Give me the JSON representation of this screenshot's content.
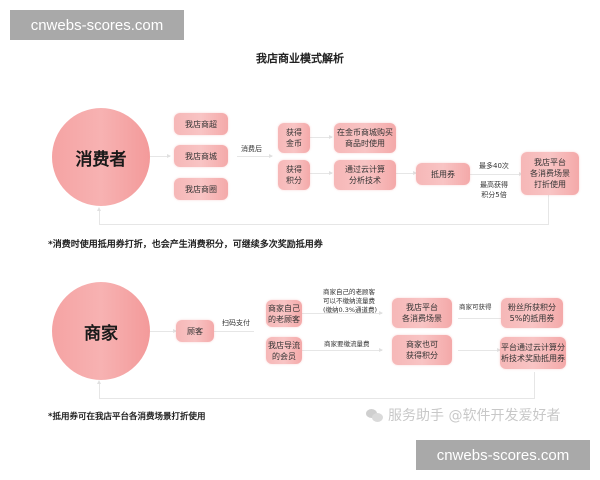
{
  "watermarks": {
    "top": "cnwebs-scores.com",
    "bottom": "cnwebs-scores.com"
  },
  "title": "我店商业模式解析",
  "consumer_section": {
    "actor": "消费者",
    "channels": [
      "我店商超",
      "我店商城",
      "我店商圈"
    ],
    "after_consume_label": "消费后",
    "gain_coins": "获得\n金币",
    "gain_points": "获得\n积分",
    "coins_usage": "在金币商城购买\n商品时使用",
    "cloud_analysis": "通过云计算\n分析技术",
    "voucher": "抵用券",
    "limit_label_1": "最多40次",
    "limit_label_2": "最高获得\n积分5倍",
    "platform_use": "我店平台\n各消费场景\n打折使用",
    "note": "*消费时使用抵用券打折，也会产生消费积分，可继续多次奖励抵用券"
  },
  "merchant_section": {
    "actor": "商家",
    "customer": "顾客",
    "scan_pay_label": "扫码支付",
    "own_customers": "商家自己\n的老顾客",
    "referred_members": "我店导流\n的会员",
    "own_customers_note": "商家自己的老顾客\n可以不缴纳流量费\n(缴纳0.3%通道费)",
    "traffic_fee_note": "商家要缴流量费",
    "platform_scenes": "我店平台\n各消费场景",
    "merchant_points": "商家也可\n获得积分",
    "merchant_gain_label": "商家可获得",
    "fans_voucher": "粉丝所获积分\n5%的抵用券",
    "platform_reward": "平台通过云计算分\n析技术奖励抵用券",
    "note": "*抵用券可在我店平台各消费场景打折使用"
  },
  "credit": {
    "text": "服务助手 @软件开发爱好者",
    "icon": "wechat-icon"
  },
  "colors": {
    "node_fill": "#f6b7b7",
    "circle_fill": "#f5a3a3",
    "connector": "#e6e6e6",
    "watermark_bg": "#a9a9a9"
  }
}
